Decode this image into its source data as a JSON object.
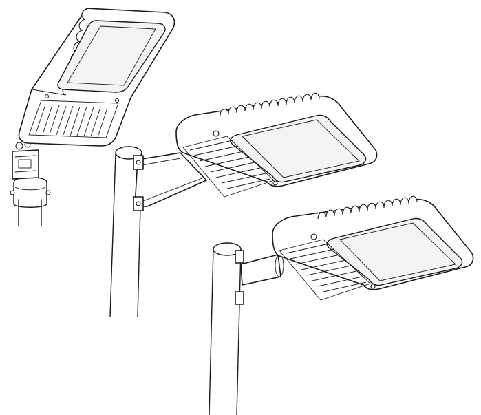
{
  "drawing": {
    "fixtures": [
      {
        "id": "slipfitter-mount"
      },
      {
        "id": "arm-mount"
      },
      {
        "id": "tenon-mount"
      }
    ]
  }
}
